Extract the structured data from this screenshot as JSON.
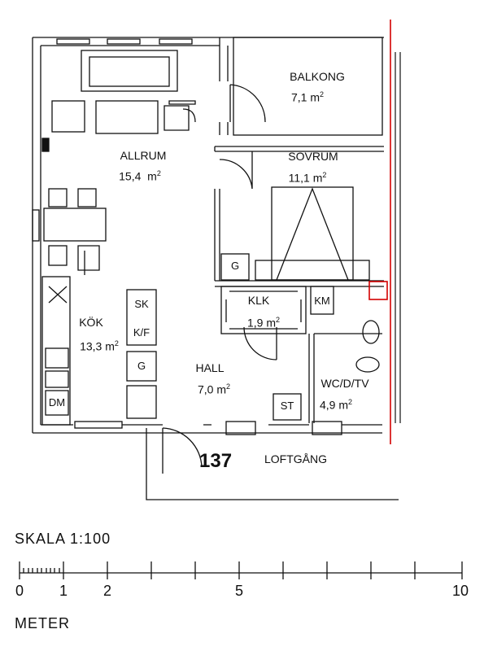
{
  "rooms": [
    {
      "id": "allrum",
      "name": "ALLRUM",
      "area": "15,4"
    },
    {
      "id": "balkong",
      "name": "BALKONG",
      "area": "7,1"
    },
    {
      "id": "sovrum",
      "name": "SOVRUM",
      "area": "11,1"
    },
    {
      "id": "kok",
      "name": "KÖK",
      "area": "13,3"
    },
    {
      "id": "klk",
      "name": "KLK",
      "area": "1,9"
    },
    {
      "id": "hall",
      "name": "HALL",
      "area": "7,0"
    },
    {
      "id": "wc",
      "name": "WC/D/TV",
      "area": "4,9"
    }
  ],
  "area_unit": "m",
  "area_exp": "2",
  "fixtures": {
    "g_bedroom": "G",
    "g_kitchen": "G",
    "sk": "SK",
    "kf": "K/F",
    "km": "KM",
    "dm": "DM",
    "st": "ST"
  },
  "unit_number": "137",
  "corridor_label": "LOFTGÅNG",
  "scale": {
    "title": "SKALA  1:100",
    "unit_label": "METER",
    "tick_labels": [
      "0",
      "1",
      "2",
      "5",
      "10"
    ]
  }
}
